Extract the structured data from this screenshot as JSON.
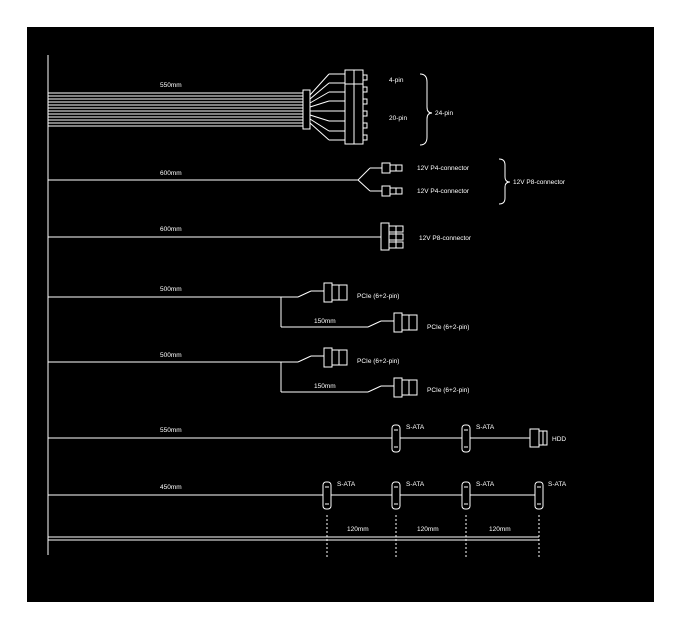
{
  "colors": {
    "background": "#000000",
    "page": "#ffffff",
    "line": "#ffffff"
  },
  "cables": [
    {
      "length": "550mm",
      "connectors": [
        "4-pin",
        "20-pin"
      ],
      "group": "24-pin"
    },
    {
      "length": "600mm",
      "connectors": [
        "12V P4-connector",
        "12V P4-connector"
      ],
      "group": "12V P8-connector"
    },
    {
      "length": "600mm",
      "connectors": [
        "12V P8-connector"
      ]
    },
    {
      "length": "500mm",
      "connectors": [
        "PCIe (6+2-pin)",
        "PCIe (6+2-pin)"
      ],
      "branch": "150mm"
    },
    {
      "length": "500mm",
      "connectors": [
        "PCIe (6+2-pin)",
        "PCIe (6+2-pin)"
      ],
      "branch": "150mm"
    },
    {
      "length": "550mm",
      "connectors": [
        "S-ATA",
        "S-ATA",
        "HDD"
      ]
    },
    {
      "length": "450mm",
      "connectors": [
        "S-ATA",
        "S-ATA",
        "S-ATA",
        "S-ATA"
      ]
    }
  ],
  "spacing": [
    "120mm",
    "120mm",
    "120mm"
  ]
}
